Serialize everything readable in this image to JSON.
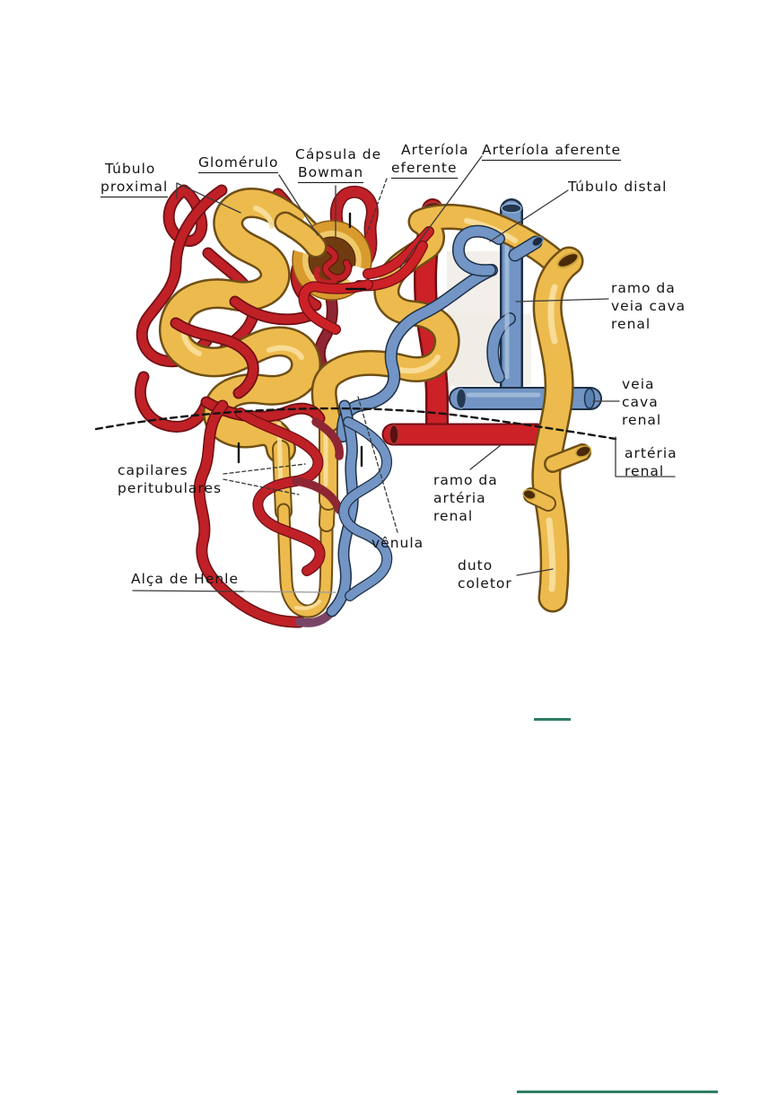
{
  "figure_labels": {
    "tubulo_proximal": {
      "line1": "Túbulo",
      "line2": "proximal"
    },
    "glomerulo": {
      "text": "Glomérulo"
    },
    "capsula_bowman": {
      "line1": "Cápsula de",
      "line2": "Bowman"
    },
    "arteriola_eferente": {
      "line1": "Arteríola",
      "line2": "eferente"
    },
    "arteriola_aferente": {
      "text": "Arteríola aferente"
    },
    "tubulo_distal": {
      "text": "Túbulo distal"
    },
    "ramo_veia_cava": {
      "line1": "ramo da",
      "line2": "veia cava",
      "line3": "renal"
    },
    "veia_cava_renal": {
      "line1": "veia",
      "line2": "cava",
      "line3": "renal"
    },
    "arteria_renal": {
      "line1": "artéria",
      "line2": "renal"
    },
    "ramo_arteria_renal": {
      "line1": "ramo da",
      "line2": "artéria",
      "line3": "renal"
    },
    "venula": {
      "text": "vênula"
    },
    "capilares_peritubulares": {
      "line1": "capilares",
      "line2": "peritubulares"
    },
    "alca_henle": {
      "text": "Alça de Henle"
    },
    "duto_coletor": {
      "line1": "duto",
      "line2": "coletor"
    }
  },
  "colors": {
    "artery_red": "#c22127",
    "artery_outline": "#701014",
    "capillary_red": "#bf2127",
    "capillary_maroon": "#8e2633",
    "vein_blue": "#7295c5",
    "vein_outline": "#1f3046",
    "tubule_yellow": "#edbb4d",
    "tubule_outline": "#6f4f16",
    "capsule_orange": "#d99b2e",
    "capsule_interior": "#6f3b10",
    "label_text": "#141414",
    "divider_teal": "#2e7e63"
  }
}
